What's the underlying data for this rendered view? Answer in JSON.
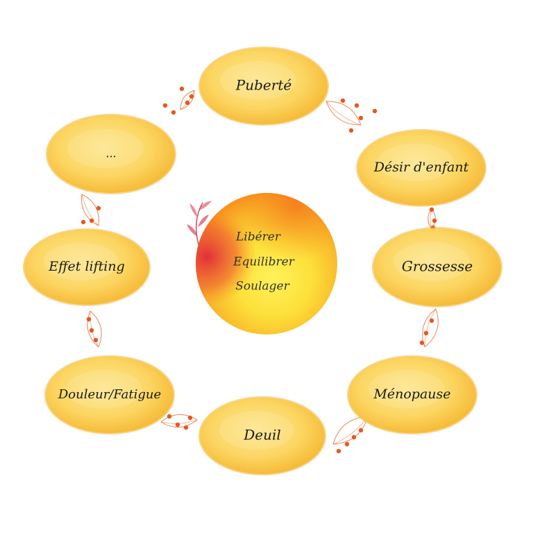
{
  "center": {
    "lines": [
      "Libérer",
      "Equilibrer",
      "Soulager"
    ]
  },
  "nodes": [
    {
      "id": "puberte",
      "label": "Puberté"
    },
    {
      "id": "desir-enfant",
      "label": "Désir d'enfant"
    },
    {
      "id": "grossesse",
      "label": "Grossesse"
    },
    {
      "id": "menopause",
      "label": "Ménopause"
    },
    {
      "id": "deuil",
      "label": "Deuil"
    },
    {
      "id": "douleur-fatigue",
      "label": "Douleur/Fatigue"
    },
    {
      "id": "effet-lifting",
      "label": "Effet lifting"
    },
    {
      "id": "ellipsis",
      "label": "..."
    }
  ],
  "colors": {
    "node_fill": "#fbd15a",
    "node_edge": "#f2b233",
    "node_highlight": "#fde79a",
    "connector": "#e8672a",
    "connector_dot": "#e8581e",
    "center_yellow": "#fde03a",
    "center_orange": "#f7931e",
    "center_red": "#e0283c",
    "sprig": "#d9485a"
  }
}
